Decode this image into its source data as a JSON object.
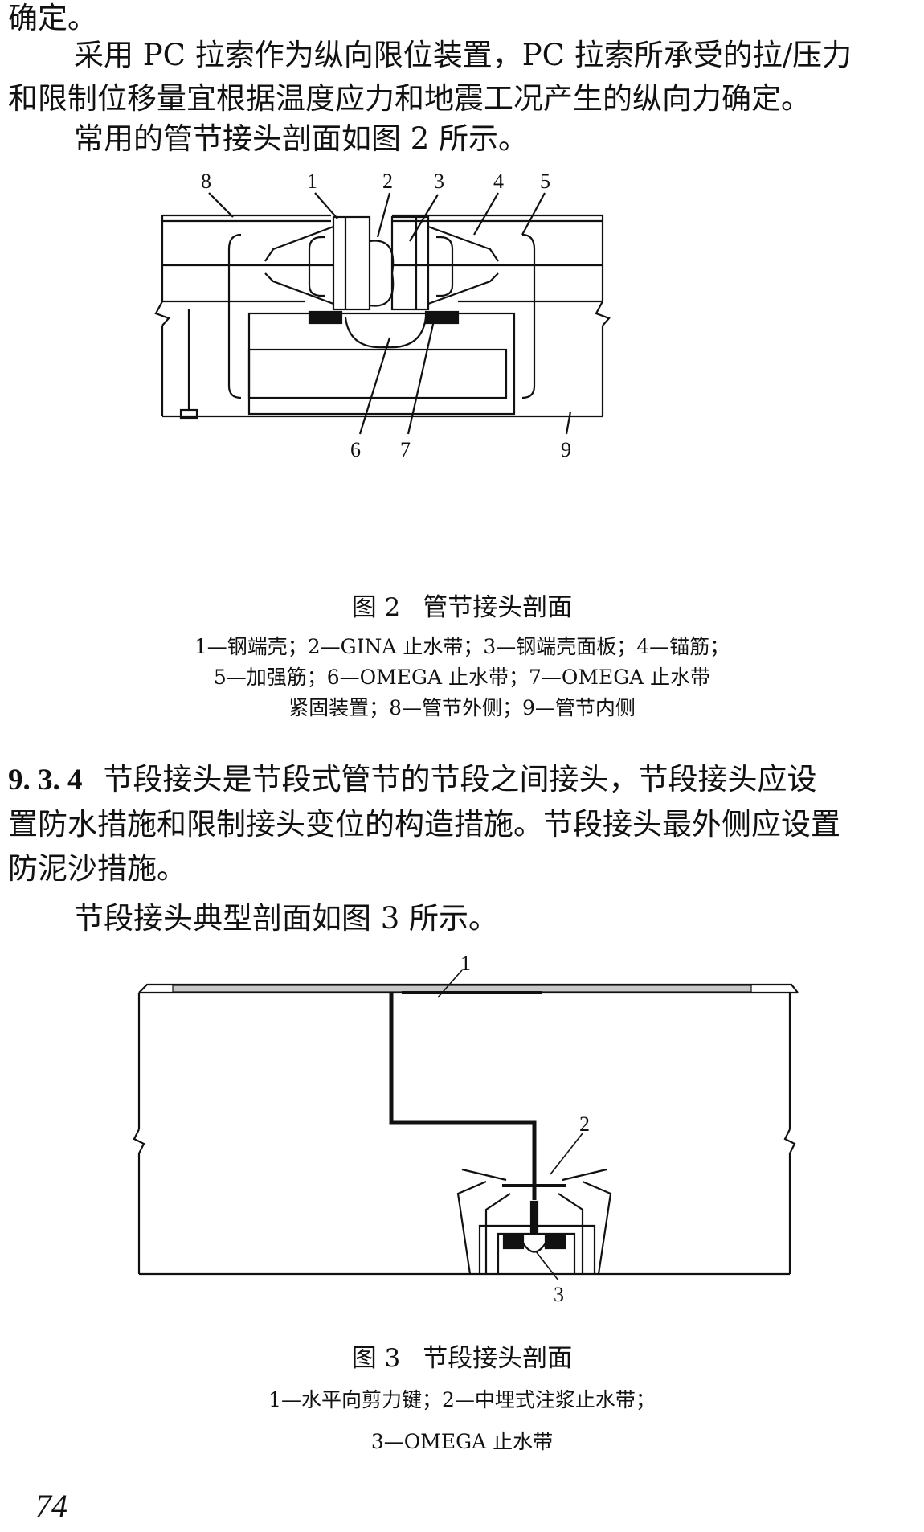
{
  "body": {
    "line_01": "确定。",
    "line_02": "采用 PC 拉索作为纵向限位装置，PC 拉索所承受的拉/压力",
    "line_03": "和限制位移量宜根据温度应力和地震工况产生的纵向力确定。",
    "line_04": "常用的管节接头剖面如图 2 所示。"
  },
  "figure2": {
    "labels": [
      "8",
      "1",
      "2",
      "3",
      "4",
      "5",
      "6",
      "7",
      "9"
    ],
    "caption_title_num": "图 2",
    "caption_title_text": "管节接头剖面",
    "caption_line_1": "1—钢端壳；2—GINA 止水带；3—钢端壳面板；4—锚筋；",
    "caption_line_2": "5—加强筋；6—OMEGA 止水带；7—OMEGA 止水带",
    "caption_line_3": "紧固装置；8—管节外侧；9—管节内侧"
  },
  "clause": {
    "number": "9. 3. 4",
    "line_1": "节段接头是节段式管节的节段之间接头，节段接头应设",
    "line_2": "置防水措施和限制接头变位的构造措施。节段接头最外侧应设置",
    "line_3": "防泥沙措施。",
    "line_4": "节段接头典型剖面如图 3 所示。"
  },
  "figure3": {
    "labels": [
      "1",
      "2",
      "3"
    ],
    "caption_title_num": "图 3",
    "caption_title_text": "节段接头剖面",
    "caption_line_1": "1—水平向剪力键；2—中埋式注浆止水带；",
    "caption_line_2": "3—OMEGA 止水带"
  },
  "page_number": "74"
}
